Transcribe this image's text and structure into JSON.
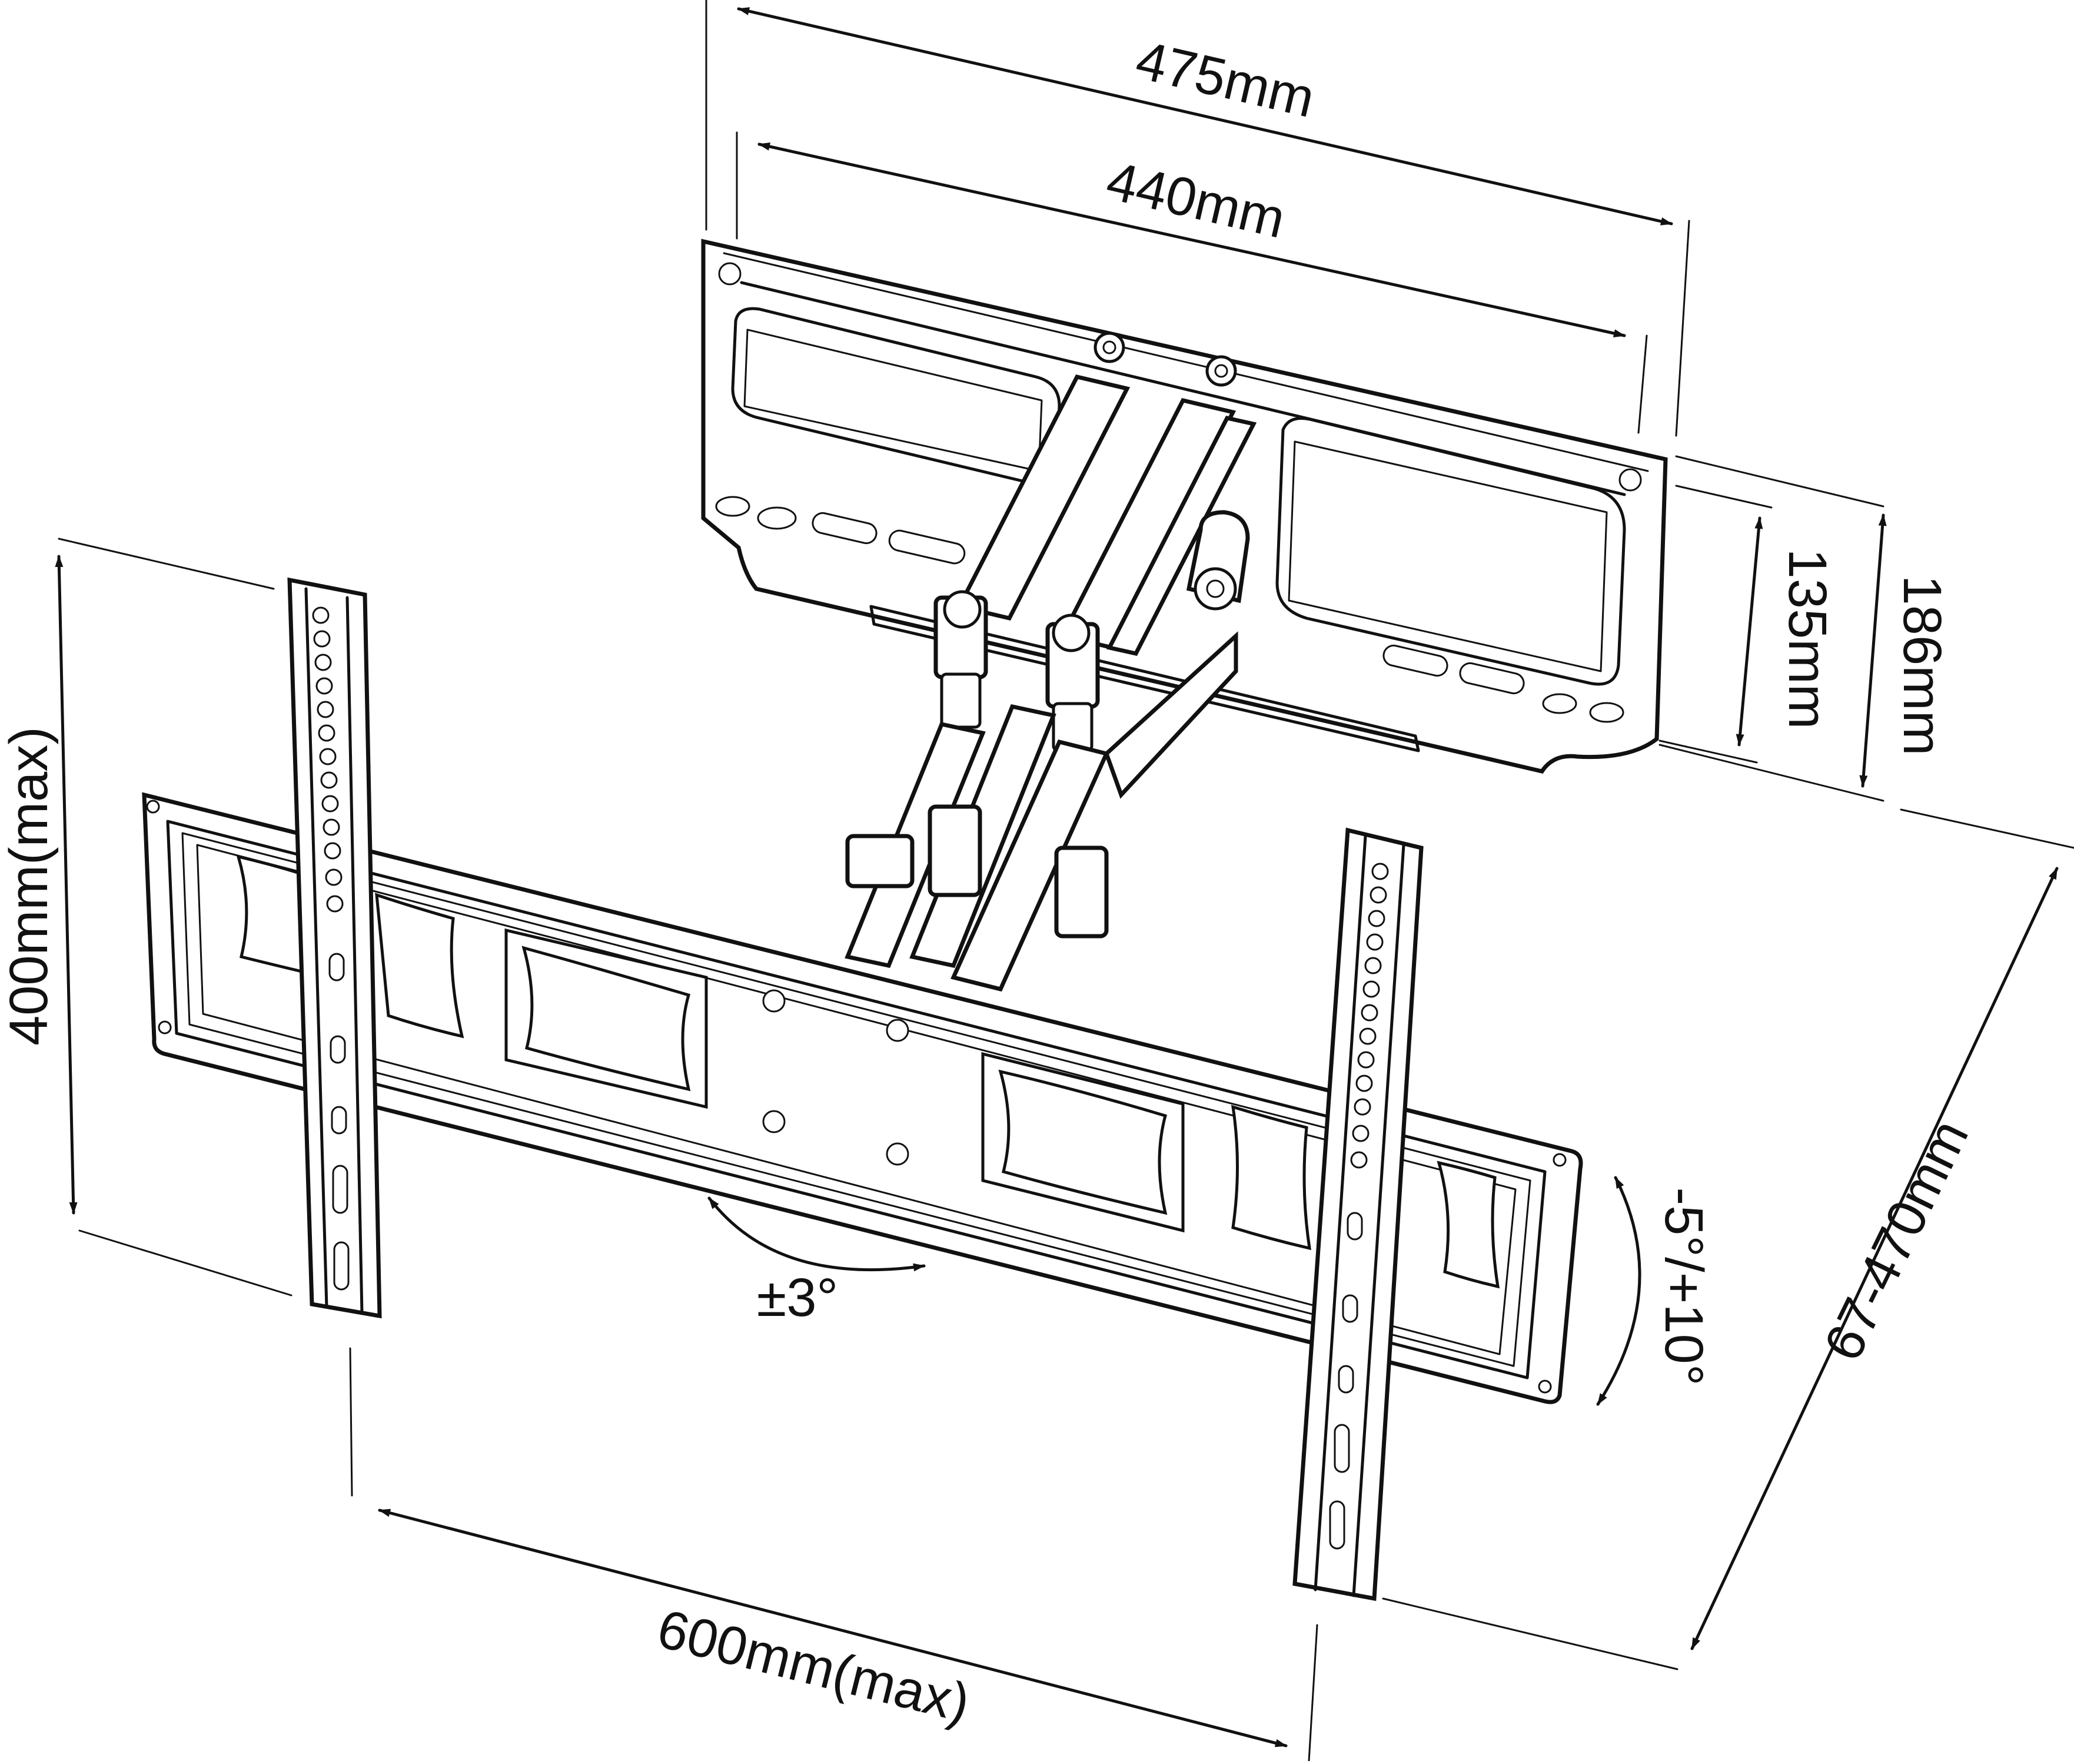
{
  "dimensions": {
    "outer_width": "475mm",
    "inner_width": "440mm",
    "inner_height": "135mm",
    "outer_height": "186mm",
    "extension": "67-470mm",
    "vesa_height": "400mm(max)",
    "vesa_width": "600mm(max)",
    "swivel": "±3°",
    "tilt": "-5°/+10°"
  },
  "colors": {
    "line": "#111111",
    "background": "#ffffff"
  }
}
